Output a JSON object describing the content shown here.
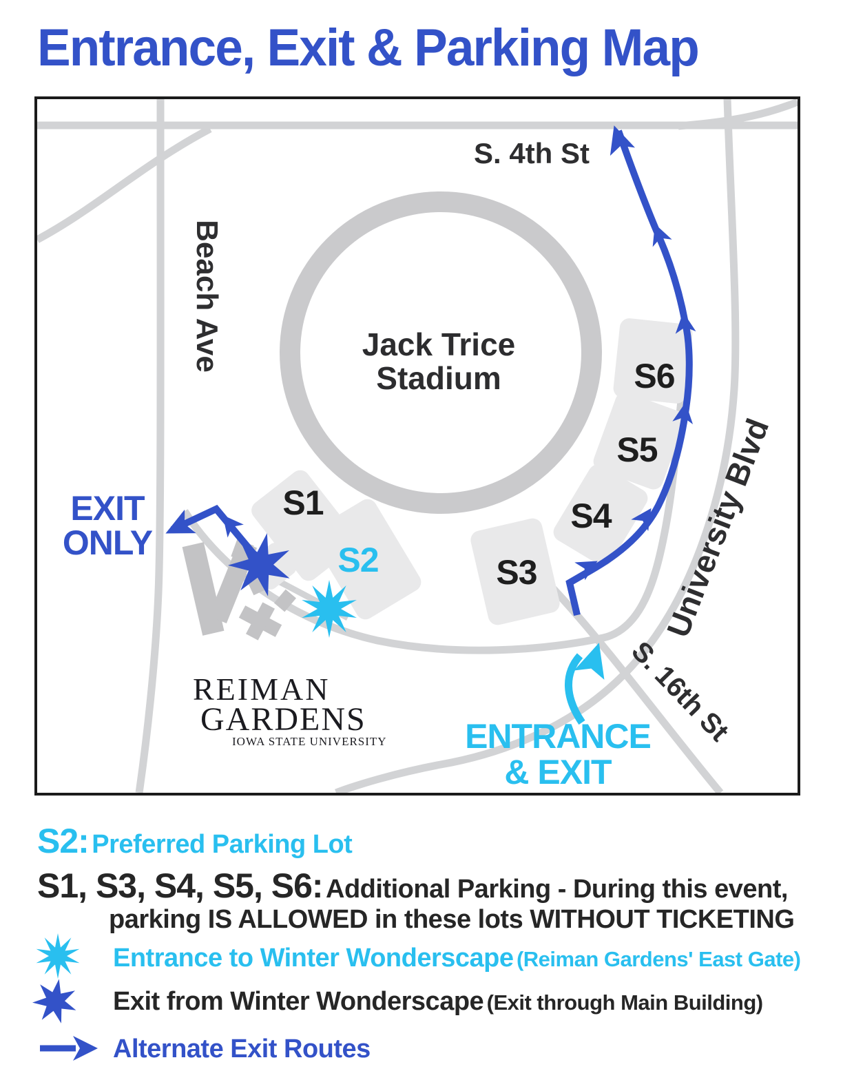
{
  "page_title": "Entrance, Exit & Parking Map",
  "colors": {
    "blue": "#3352C8",
    "cyan": "#29BFEF",
    "road_gray": "#D2D3D5",
    "stadium_gray": "#CACACC",
    "lot_gray": "#E9E9EA",
    "building_gray": "#C3C3C5",
    "text_dark": "#2E2E30"
  },
  "map": {
    "streets": {
      "s4th": "S. 4th St",
      "beach": "Beach Ave",
      "university": "University Blvd",
      "s16th": "S. 16th St"
    },
    "stadium": {
      "line1": "Jack Trice",
      "line2": "Stadium"
    },
    "lots": [
      {
        "label": "S1"
      },
      {
        "label": "S2",
        "preferred": true
      },
      {
        "label": "S3"
      },
      {
        "label": "S4"
      },
      {
        "label": "S5"
      },
      {
        "label": "S6"
      }
    ],
    "exit_only": {
      "line1": "EXIT",
      "line2": "ONLY"
    },
    "entrance_exit": {
      "line1": "ENTRANCE",
      "line2": "& EXIT"
    },
    "logo": {
      "line1": "REIMAN",
      "line2": "GARDENS",
      "line3": "IOWA STATE UNIVERSITY"
    }
  },
  "legend": {
    "preferred": {
      "tag": "S2:",
      "text": "Preferred Parking Lot"
    },
    "additional": {
      "tag": "S1, S3, S4, S5, S6:",
      "line1": "Additional Parking - During this event,",
      "line2": "parking IS ALLOWED in these lots WITHOUT TICKETING"
    },
    "entrance": {
      "label": "Entrance to Winter Wonderscape",
      "note": "(Reiman Gardens' East Gate)"
    },
    "exit": {
      "label": "Exit from Winter Wonderscape",
      "note": "(Exit through Main Building)"
    },
    "routes": {
      "label": "Alternate Exit Routes"
    }
  }
}
